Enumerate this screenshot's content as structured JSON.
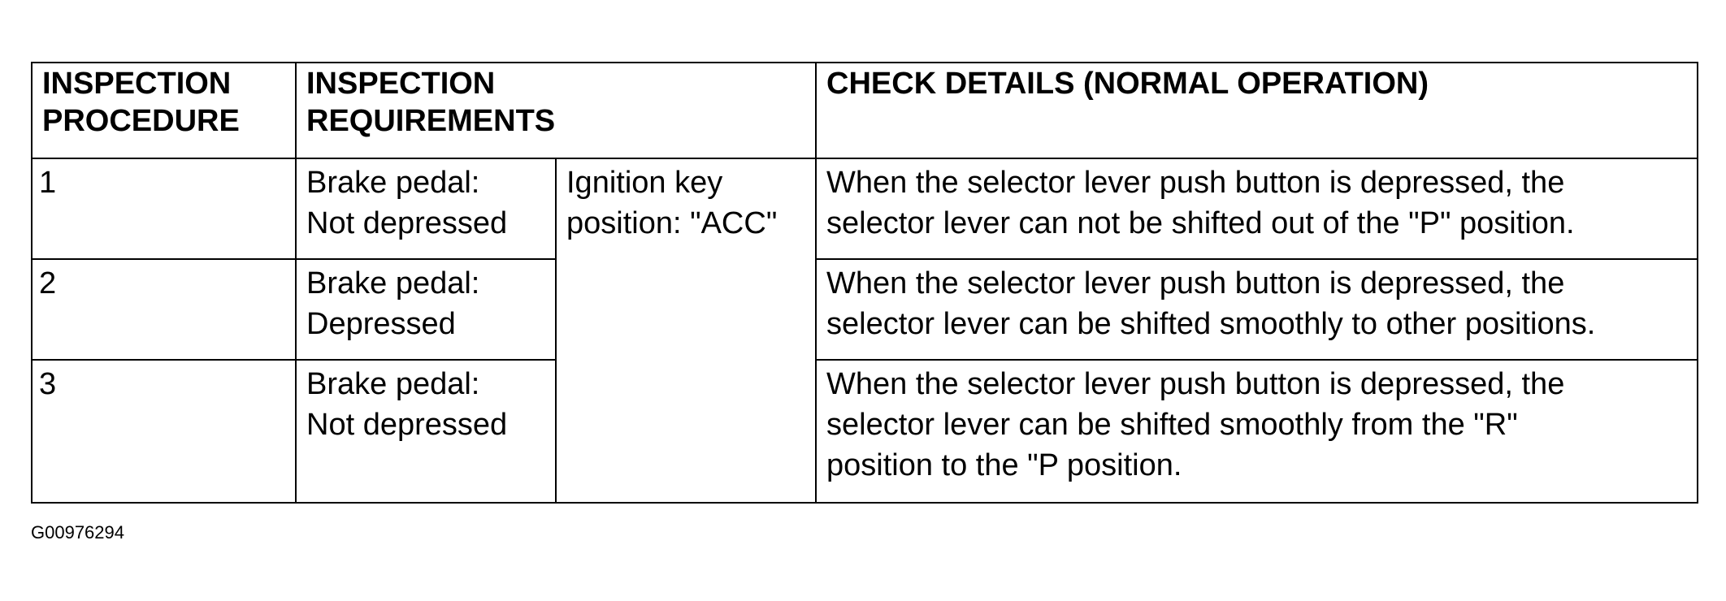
{
  "table": {
    "headers": {
      "procedure": [
        "INSPECTION",
        "PROCEDURE"
      ],
      "requirements": [
        "INSPECTION",
        "REQUIREMENTS"
      ],
      "check_details": "CHECK DETAILS (NORMAL OPERATION)"
    },
    "ignition_key": [
      "Ignition key",
      "position: \"ACC\""
    ],
    "rows": [
      {
        "procedure": "1",
        "brake_pedal": [
          "Brake pedal:",
          "Not depressed"
        ],
        "check": [
          "When the selector lever push button is depressed, the",
          "selector lever can not be shifted out of the \"P\" position."
        ]
      },
      {
        "procedure": "2",
        "brake_pedal": [
          "Brake pedal:",
          "Depressed"
        ],
        "check": [
          "When the selector lever push button is depressed, the",
          "selector lever can be shifted smoothly to other positions."
        ]
      },
      {
        "procedure": "3",
        "brake_pedal": [
          "Brake pedal:",
          "Not depressed"
        ],
        "check": [
          "When the selector lever push button is depressed, the",
          "selector lever can be shifted smoothly from the \"R\"",
          "position to the \"P position."
        ]
      }
    ]
  },
  "figure_id": "G00976294"
}
